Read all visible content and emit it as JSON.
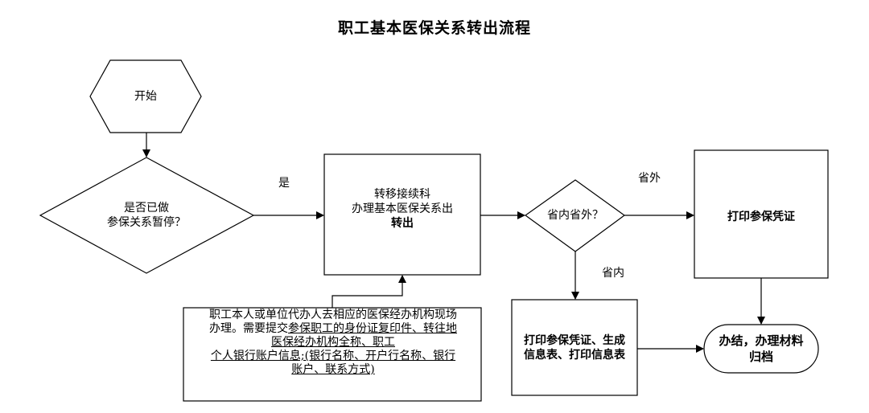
{
  "title": "职工基本医保关系转出流程",
  "nodes": {
    "start": "开始",
    "decision_paused": {
      "line1": "是否已做",
      "line2": "参保关系暂停？"
    },
    "transfer": {
      "line1": "转移接续科",
      "line2": "办理基本医保关系出",
      "line3": "转出"
    },
    "decision_province": "省内省外？",
    "print_out_province": "打印参保凭证",
    "print_in_province": {
      "line1": "打印参保凭证、生成",
      "line2": "信息表、打印信息表"
    },
    "finish": {
      "line1": "办结，办理材料",
      "line2": "归档"
    }
  },
  "edge_labels": {
    "yes": "是",
    "out_province": "省外",
    "in_province": "省内"
  },
  "note": {
    "line1": "职工本人或单位代办人去相应的医保经办机构现场",
    "line2_plain": "办理。需要提交",
    "line2_u": "参保职工的身份证复印件、转往地",
    "line3": "医保经办机构全称、职工",
    "line4": "个人银行账户信息;(银行名称、开户行名称、银行",
    "line5": "账户、联系方式)"
  }
}
